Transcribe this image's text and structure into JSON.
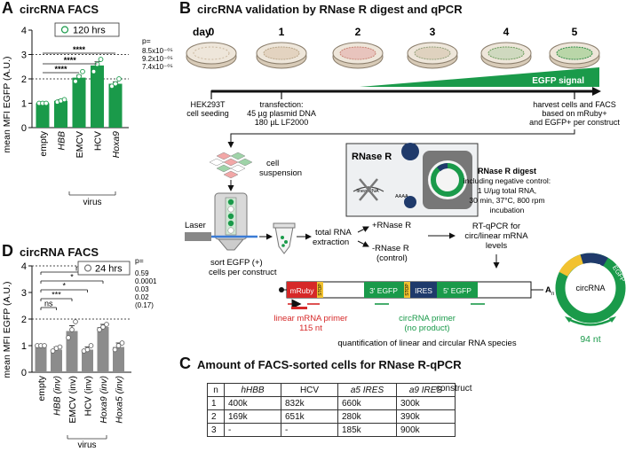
{
  "panelA": {
    "letter": "A",
    "title": "circRNA FACS",
    "legend": "120 hrs",
    "ylabel": "mean MFI EGFP (A.U.)",
    "p_header": "p=",
    "p_values": [
      "8.5x10⁻⁰⁵",
      "9.2x10⁻⁰⁵",
      "7.4x10⁻⁰⁵"
    ],
    "sig_labels": [
      "****",
      "****",
      "****"
    ],
    "group_label": "virus",
    "color": "#1a9a4a"
  },
  "panelD": {
    "letter": "D",
    "title": "circRNA FACS",
    "legend": "24 hrs",
    "ylabel": "mean MFI EGFP (A.U.)",
    "p_header": "p=",
    "p_values": [
      "0.59",
      "0.0001",
      "0.03",
      "0.02",
      "(0.17)"
    ],
    "sig_labels": [
      "ns",
      "***",
      "*",
      "*",
      "ns"
    ],
    "group_label": "virus",
    "color": "#8c8c8c"
  },
  "chart_data": [
    {
      "type": "bar",
      "categories": [
        "empty",
        "HBB",
        "EMCV",
        "HCV",
        "Hoxa9"
      ],
      "values": [
        1.0,
        1.1,
        2.05,
        2.55,
        1.8
      ],
      "errors": [
        0.02,
        0.05,
        0.1,
        0.15,
        0.08
      ],
      "points": [
        [
          1.0,
          1.0,
          1.0
        ],
        [
          1.05,
          1.1,
          1.15
        ],
        [
          1.9,
          2.1,
          2.3
        ],
        [
          2.3,
          2.6,
          2.8
        ],
        [
          1.7,
          1.8,
          2.0
        ]
      ],
      "ylabel": "mean MFI EGFP (A.U.)",
      "ylim": [
        0,
        4
      ],
      "yticks": [
        0,
        1,
        2,
        3,
        4
      ],
      "dashed_lines": [
        2,
        3
      ]
    },
    {
      "type": "bar",
      "categories": [
        "empty",
        "HBB (inv)",
        "EMCV (inv)",
        "HCV (inv)",
        "Hoxa9 (inv)",
        "Hoxa5 (inv)"
      ],
      "values": [
        1.0,
        0.85,
        1.55,
        0.85,
        1.7,
        0.95
      ],
      "errors": [
        0.02,
        0.1,
        0.2,
        0.1,
        0.1,
        0.15
      ],
      "points": [
        [
          1.0,
          1.0,
          1.0
        ],
        [
          0.8,
          0.9,
          0.95
        ],
        [
          1.3,
          1.6,
          1.9
        ],
        [
          0.8,
          0.85,
          1.0
        ],
        [
          1.6,
          1.7,
          1.8
        ],
        [
          0.85,
          1.0,
          1.1
        ]
      ],
      "ylabel": "mean MFI EGFP (A.U.)",
      "ylim": [
        0,
        4
      ],
      "yticks": [
        0,
        1,
        2,
        3,
        4
      ],
      "dashed_lines": [
        2,
        4
      ]
    }
  ],
  "panelB": {
    "letter": "B",
    "title": "circRNA validation by RNase R digest and qPCR",
    "day_label": "day",
    "days": [
      "0",
      "1",
      "2",
      "3",
      "4",
      "5"
    ],
    "egfp_signal": "EGFP signal",
    "timeline": {
      "seeding": [
        "HEK293T",
        "cell seeding"
      ],
      "transfection": [
        "transfection:",
        "45 µg plasmid DNA",
        "180 µL LF2000"
      ],
      "harvest": [
        "harvest cells and FACS",
        "based on mRuby+",
        "and EGFP+ per construct"
      ]
    },
    "cell_suspension": [
      "cell",
      "suspension"
    ],
    "laser": "Laser",
    "sort": [
      "sort EGFP (+)",
      "cells per construct"
    ],
    "total_rna": [
      "total RNA",
      "extraction"
    ],
    "plus_rnase": "+RNase R",
    "minus_rnase": [
      "-RNase R",
      "(control)"
    ],
    "rnase_box_title": "RNase R",
    "linear_rna": "linearRNA",
    "aaaa": "AAAA",
    "rnase_digest": [
      "RNase R digest",
      "including negative control:",
      "1 U/µg total RNA,",
      "30 min, 37°C, 800 rpm",
      "incubation"
    ],
    "rtqpcr": [
      "RT-qPCR for",
      "circ/linear mRNA",
      "levels"
    ],
    "construct_segments": [
      "mRuby",
      "STOP",
      "3' EGFP",
      "STOP",
      "IRES",
      "5' EGFP"
    ],
    "poly_a": "A",
    "poly_a_sub": "n",
    "linear_primer": [
      "linear mRNA primer",
      "115 nt"
    ],
    "circ_primer": [
      "circRNA primer",
      "(no product)"
    ],
    "quantification": "quantification of linear and circular RNA species",
    "circ_labels": {
      "ires": "IRES",
      "egfp": "EGFP",
      "center": "circRNA",
      "amplicon": "94 nt"
    },
    "colors": {
      "green": "#1a9a4a",
      "red": "#d62828",
      "navy": "#1f3a6b",
      "yellow": "#f2c230"
    }
  },
  "panelC": {
    "letter": "C",
    "title": "Amount of FACS-sorted cells for RNase R-qPCR",
    "construct_label": "construct",
    "header": [
      "n",
      "hHBB",
      "HCV",
      "a5 IRES",
      "a9 IRES"
    ],
    "rows": [
      [
        "1",
        "400k",
        "832k",
        "660k",
        "300k"
      ],
      [
        "2",
        "169k",
        "651k",
        "280k",
        "390k"
      ],
      [
        "3",
        "-",
        "-",
        "185k",
        "900k"
      ]
    ]
  }
}
